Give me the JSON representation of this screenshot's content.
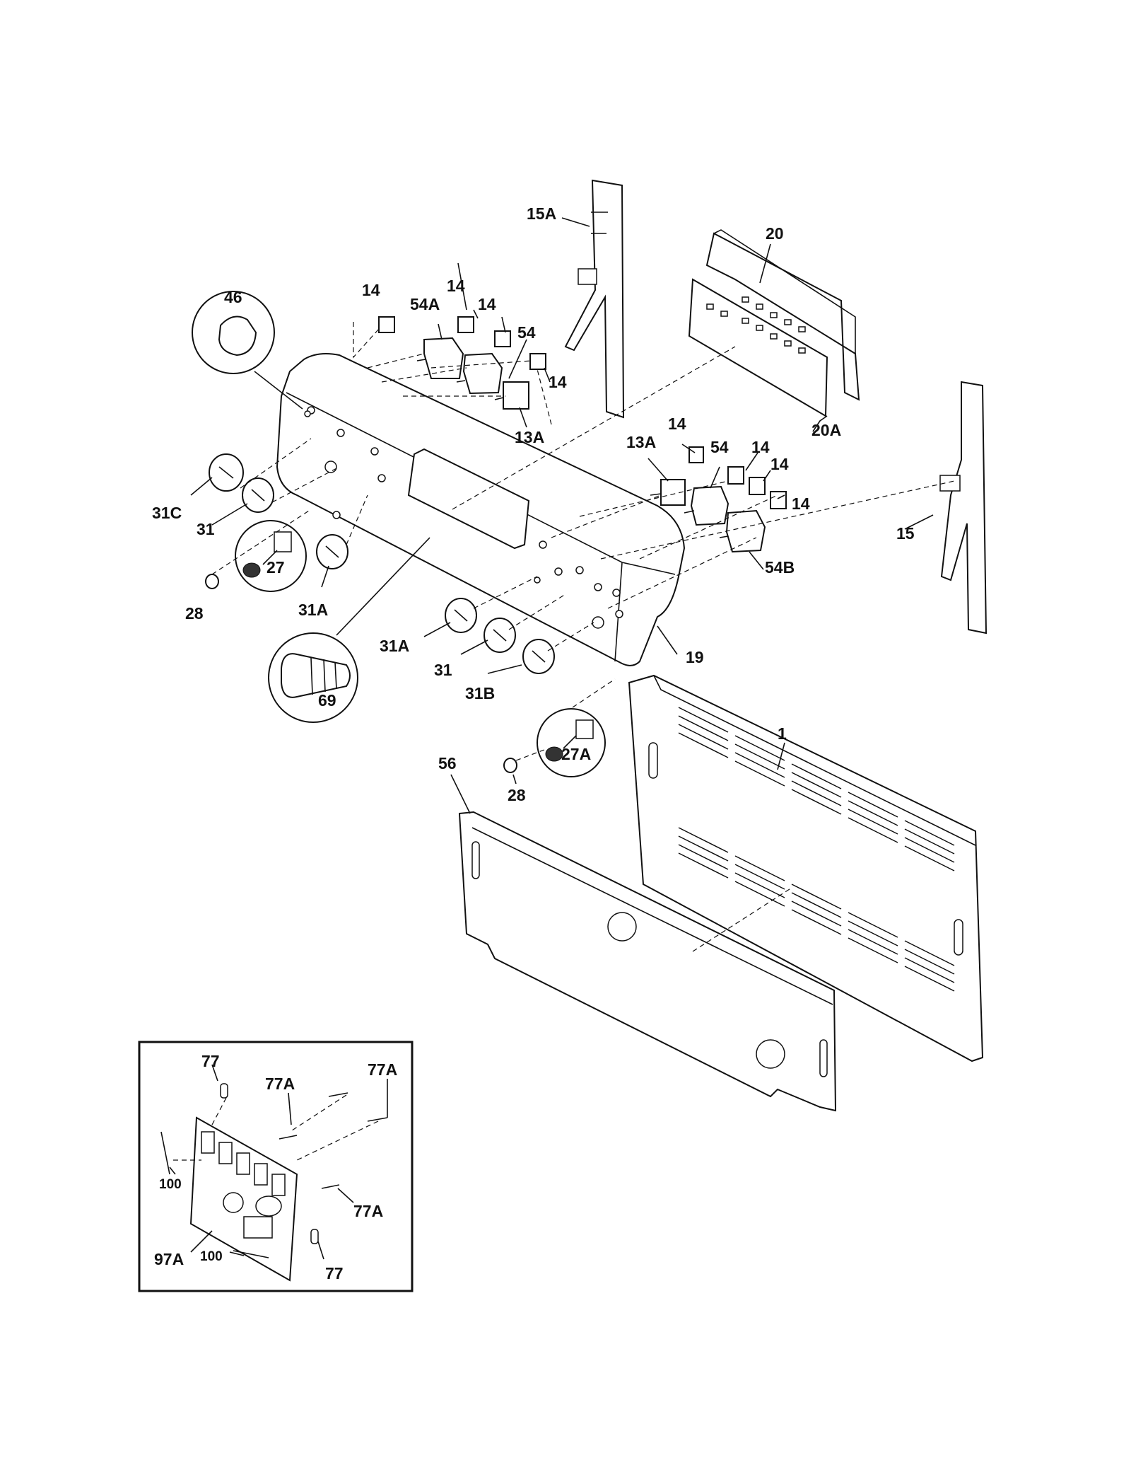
{
  "header_text": "",
  "inset_frame": "inset-box",
  "callouts": {
    "c15A": "15A",
    "c20": "20",
    "c46": "46",
    "c14a": "14",
    "c14b": "14",
    "c14c": "14",
    "c14d": "14",
    "c54Aa": "54A",
    "c54a": "54",
    "c13Aa": "13A",
    "c20A": "20A",
    "c13Ab": "13A",
    "c14e": "14",
    "c54b": "54",
    "c14f": "14",
    "c14g": "14",
    "c14h": "14",
    "c54B": "54B",
    "c15": "15",
    "c31C": "31C",
    "c31a": "31",
    "c27": "27",
    "c28a": "28",
    "c31Aa": "31A",
    "c69": "69",
    "c31Ab": "31A",
    "c31b": "31",
    "c31B": "31B",
    "c19": "19",
    "c1": "1",
    "c56": "56",
    "c27A": "27A",
    "c28b": "28",
    "c77a": "77",
    "c77Aa": "77A",
    "c77Ab": "77A",
    "c100a": "100",
    "c77Ac": "77A",
    "c97A": "97A",
    "c100b": "100",
    "c77b": "77"
  }
}
